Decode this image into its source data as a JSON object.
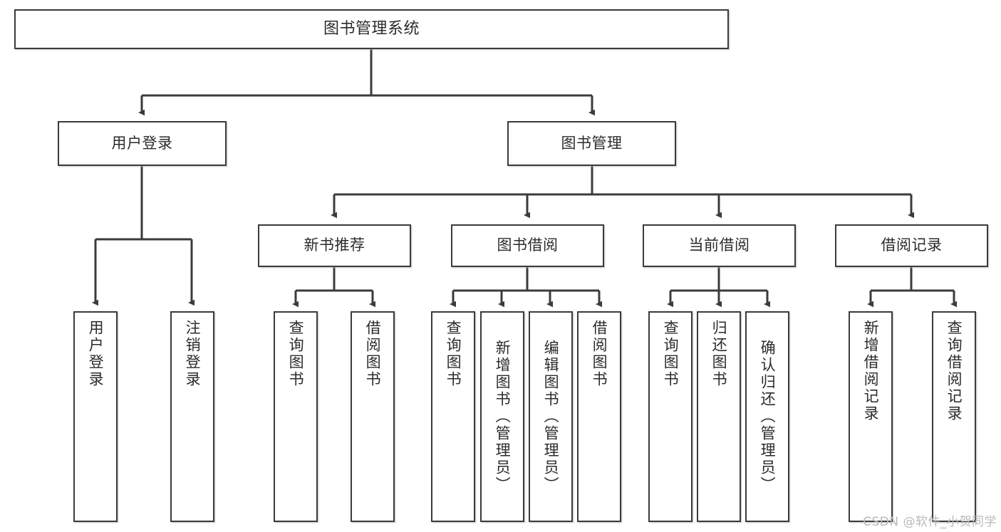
{
  "diagram": {
    "title": "图书管理系统",
    "type": "tree-hierarchy",
    "watermark": "CSDN @软件_小贺同学",
    "colors": {
      "stroke": "#3b3b3b",
      "fill": "#ffffff",
      "text": "#2b2b2b",
      "watermark": "#b9b9b9"
    },
    "nodes": {
      "root": {
        "label": "图书管理系统"
      },
      "level2": [
        {
          "id": "user-login",
          "label": "用户登录"
        },
        {
          "id": "book-manage",
          "label": "图书管理"
        }
      ],
      "level3": [
        {
          "id": "new-book-rec",
          "label": "新书推荐"
        },
        {
          "id": "book-borrow",
          "label": "图书借阅"
        },
        {
          "id": "current-borrow",
          "label": "当前借阅"
        },
        {
          "id": "borrow-record",
          "label": "借阅记录"
        }
      ],
      "leaves": {
        "user-login": [
          {
            "id": "leaf-user-login",
            "label": "用户登录"
          },
          {
            "id": "leaf-logout",
            "label": "注销登录"
          }
        ],
        "new-book-rec": [
          {
            "id": "leaf-query-book-1",
            "label": "查询图书"
          },
          {
            "id": "leaf-borrow-book-1",
            "label": "借阅图书"
          }
        ],
        "book-borrow": [
          {
            "id": "leaf-query-book-2",
            "label": "查询图书"
          },
          {
            "id": "leaf-add-book",
            "label": "新增图书（管理员）"
          },
          {
            "id": "leaf-edit-book",
            "label": "编辑图书（管理员）"
          },
          {
            "id": "leaf-borrow-book-2",
            "label": "借阅图书"
          }
        ],
        "current-borrow": [
          {
            "id": "leaf-query-book-3",
            "label": "查询图书"
          },
          {
            "id": "leaf-return-book",
            "label": "归还图书"
          },
          {
            "id": "leaf-confirm-return",
            "label": "确认归还（管理员）"
          }
        ],
        "borrow-record": [
          {
            "id": "leaf-add-record",
            "label": "新增借阅记录"
          },
          {
            "id": "leaf-query-record",
            "label": "查询借阅记录"
          }
        ]
      }
    }
  }
}
